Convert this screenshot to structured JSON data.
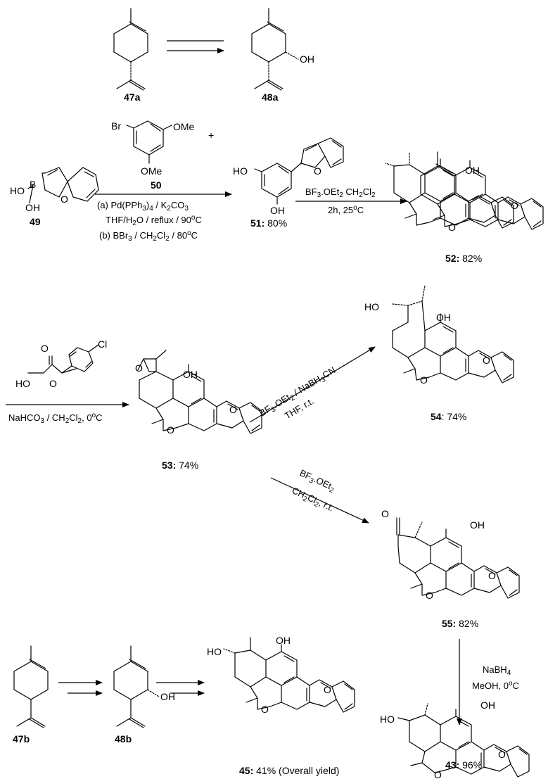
{
  "compounds": {
    "c47a": "47a",
    "c48a": "48a",
    "c49": "49",
    "c50": "50",
    "c51": "51:",
    "c51_yield": " 80%",
    "c52": "52:",
    "c52_yield": " 82%",
    "c53": "53:",
    "c53_yield": " 74%",
    "c54": "54",
    "c54_yield": ": 74%",
    "c55": "55:",
    "c55_yield": " 82%",
    "c43": "43:",
    "c43_yield": " 96%",
    "c45": "45:",
    "c45_yield": " 41% (Overall yield)",
    "c47b": "47b",
    "c48b": "48b"
  },
  "conditions": {
    "plus": "+",
    "suzuki_a": "(a) Pd(PPh",
    "suzuki_a2": ")",
    "suzuki_a3": " / K",
    "suzuki_a4": "CO",
    "suzuki_solvent": "THF/H",
    "suzuki_solvent2": "O / reflux / 90",
    "suzuki_b": "(b) BBr",
    "suzuki_b2": " / CH",
    "suzuki_b3": "Cl",
    "suzuki_b4": " / 80",
    "bf3_top": "BF",
    "bf3_top2": ".OEt",
    "bf3_top3": "  CH",
    "bf3_top4": "Cl",
    "bf3_bottom": "2h, 25",
    "epox_bottom": "NaHCO",
    "epox_bottom2": " / CH",
    "epox_bottom3": "Cl",
    "epox_bottom4": ", 0",
    "red_top": "BF",
    "red_top2": ".OEt",
    "red_top3": " / NaBH",
    "red_top4": "CN",
    "red_bottom": "THF, r.t.",
    "rearr_top": "BF",
    "rearr_top2": ".OEt",
    "rearr_bottom": "CH",
    "rearr_bottom2": "Cl",
    "rearr_bottom3": ", r.t.",
    "nabh4": "NaBH",
    "nabh4_solvent": "MeOH, 0",
    "sub2": "2",
    "sub3": "3",
    "sub4": "4",
    "degC": "C",
    "deg": "o"
  },
  "atoms": {
    "OH": "OH",
    "HO": "HO",
    "O": "O",
    "Br": "Br",
    "OMe": "OMe",
    "B": "B",
    "Cl": "Cl",
    "HO_O": "HO"
  }
}
